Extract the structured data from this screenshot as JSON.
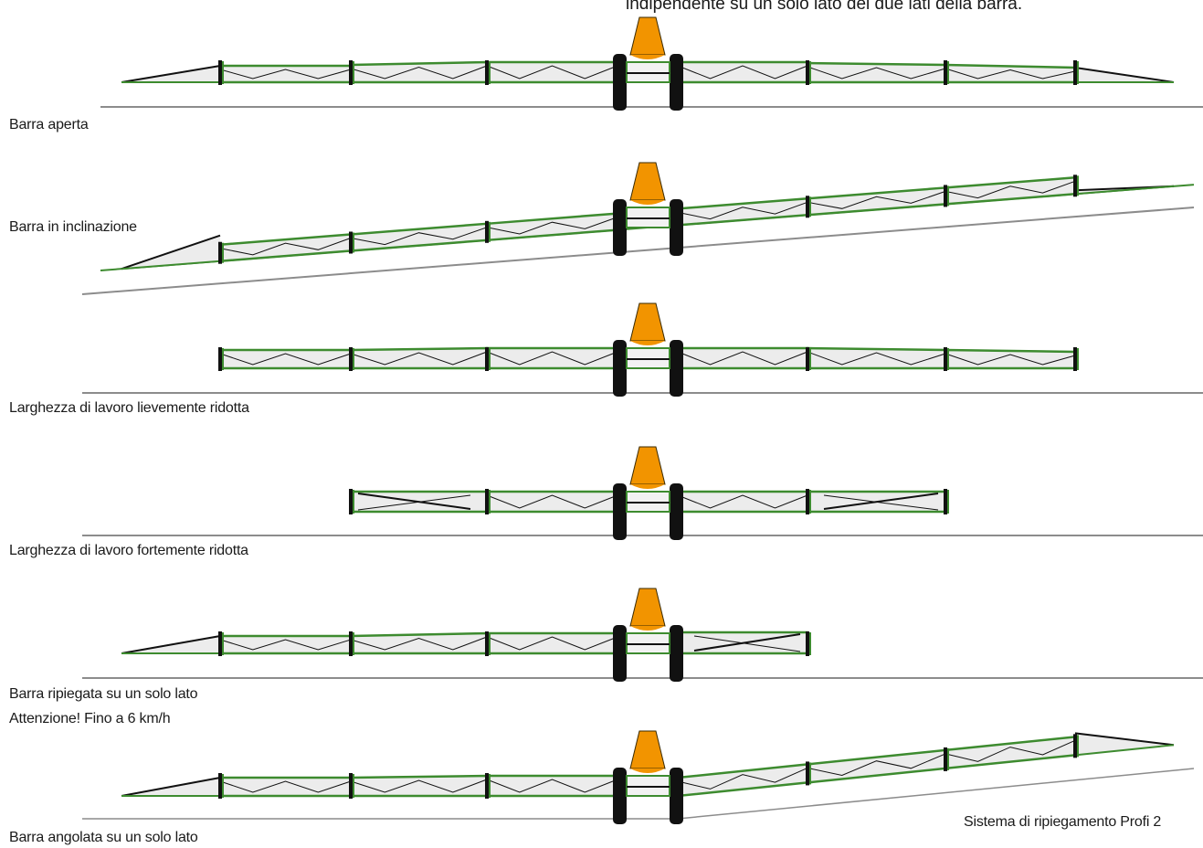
{
  "header_text": "indipendente su un solo lato dei due lati della barra.",
  "footer_text": "Sistema di ripiegamento Profi 2",
  "rows": [
    {
      "label": "Barra aperta"
    },
    {
      "label": "Barra in inclinazione"
    },
    {
      "label": "Larghezza di lavoro lievemente ridotta"
    },
    {
      "label": "Larghezza di lavoro fortemente ridotta"
    },
    {
      "label": "Barra ripiegata su un solo lato",
      "note": "Attenzione! Fino a 6 km/h"
    },
    {
      "label": "Barra angolata su un solo lato"
    }
  ],
  "colors": {
    "boom_frame": "#3d8b2f",
    "boom_fill": "#ececec",
    "tank": "#f29400",
    "tyre": "#111111",
    "ground": "#8c8c8c"
  }
}
